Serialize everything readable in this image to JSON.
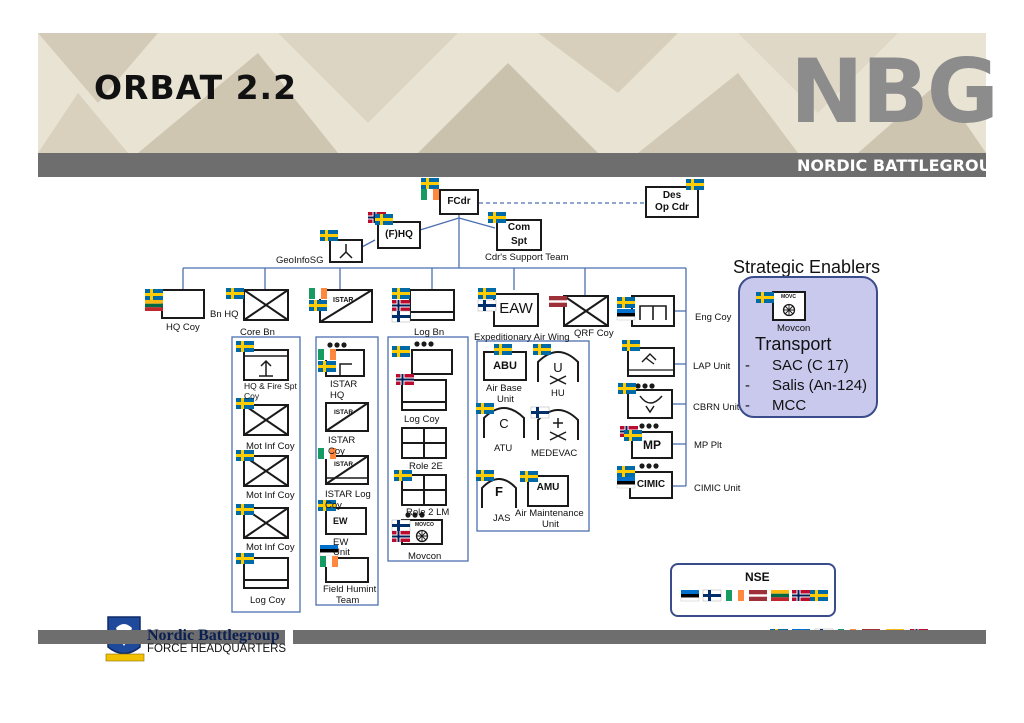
{
  "header": {
    "title": "ORBAT 2.2",
    "logo_text": "NBG",
    "subtitle": "NORDIC BATTLEGROUP"
  },
  "command": {
    "fcdr": "FCdr",
    "des_op_cdr_1": "Des",
    "des_op_cdr_2": "Op Cdr",
    "fhq": "(F)HQ",
    "com_spt_1": "Com",
    "com_spt_2": "Spt",
    "cdr_support_team": "Cdr's Support Team",
    "geoinfosg": "GeoInfoSG"
  },
  "units": {
    "hq_coy": "HQ Coy",
    "bn_hq": "Bn HQ",
    "core_bn": "Core  Bn",
    "istar_symbol": "ISTAR",
    "log_bn": "Log  Bn",
    "eaw_symbol": "EAW",
    "expeditionary_air_wing": "Expeditionary  Air Wing",
    "qrf_coy": "QRF Coy",
    "eng_coy": "Eng Coy",
    "hq_fire_spt_coy_1": "HQ & Fire Spt",
    "hq_fire_spt_coy_2": "Coy",
    "mot_inf_coy": "Mot Inf Coy",
    "log_coy": "Log Coy",
    "istar_hq_1": "ISTAR",
    "istar_hq_2": "HQ",
    "istar_coy_1": "ISTAR",
    "istar_coy_2": "Coy",
    "istar_log_1": "ISTAR Log",
    "istar_log_2": "Coy",
    "ew_symbol": "EW",
    "ew_unit_1": "EW",
    "ew_unit_2": "Unit",
    "field_humint_1": "Field Humint",
    "field_humint_2": "Team",
    "role_2e": "Role 2E",
    "role_2lm": "Role 2 LM",
    "movcon": "Movcon",
    "movcon_symbol": "MOVCO",
    "abu_symbol": "ABU",
    "air_base_unit_1": "Air Base",
    "air_base_unit_2": "Unit",
    "hu_symbol": "U",
    "hu": "HU",
    "atu_symbol": "C",
    "atu": "ATU",
    "medevac": "MEDEVAC",
    "jas_symbol": "F",
    "jas": "JAS",
    "amu_symbol": "AMU",
    "air_maintenance_unit_1": "Air Maintenance",
    "air_maintenance_unit_2": "Unit",
    "lap_unit": "LAP Unit",
    "cbrn_unit": "CBRN Unit",
    "mp_symbol": "MP",
    "mp_plt": "MP Plt",
    "cimic_symbol": "CIMIC",
    "cimic_unit": "CIMIC Unit"
  },
  "enablers": {
    "title": "Strategic Enablers",
    "movcon": "Movcon",
    "movcon_symbol": "MOVC",
    "transport": "Transport",
    "items": [
      "SAC (C 17)",
      "Salis (An-124)",
      "MCC"
    ],
    "bullet": "-"
  },
  "nse": {
    "title": "NSE"
  },
  "footer": {
    "org_name": "Nordic Battlegroup",
    "org_sub": "FORCE HEADQUARTERS"
  },
  "colors": {
    "unit_border": "#1a1a1a",
    "group_border": "#4a6fb0",
    "connector": "#4a6fb0",
    "enablers_fill": "#c9c9ee",
    "bar_grey": "#6e6e6e",
    "sweden_blue": "#006aa7",
    "sweden_yellow": "#fecc00"
  }
}
